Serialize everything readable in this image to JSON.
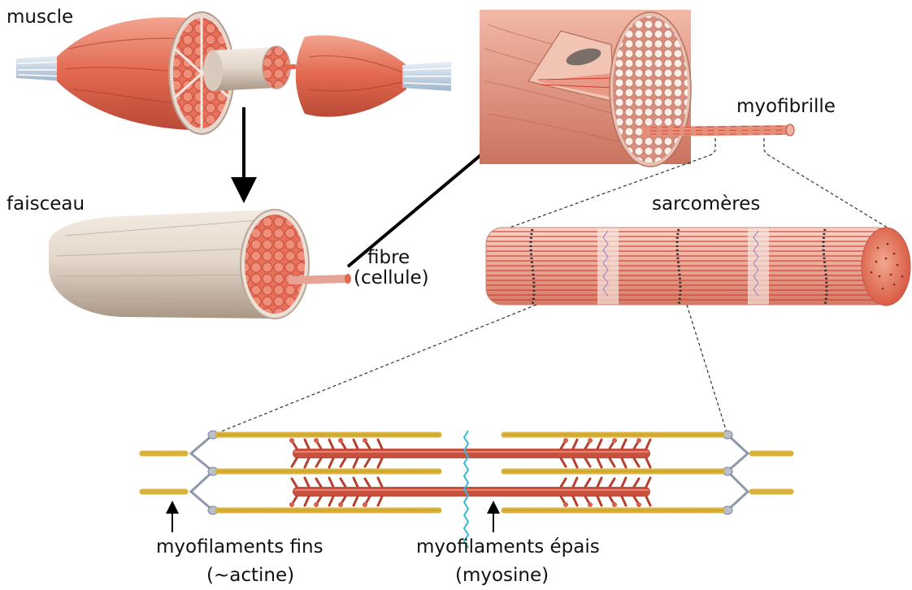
{
  "labels": {
    "muscle": "muscle",
    "faisceau": "faisceau",
    "fibre_line1": "fibre",
    "fibre_line2": "(cellule)",
    "myofibrille": "myofibrille",
    "sarcomeres": "sarcomères",
    "thin_filaments": "myofilaments fins",
    "thin_protein": "(~actine)",
    "thick_filaments": "myofilaments épais",
    "thick_protein": "(myosine)"
  },
  "colors": {
    "muscle_red": "#e2674f",
    "muscle_dark": "#b5402f",
    "fascia": "#e8ddd2",
    "tendon": "#c9d9e8",
    "actin_yellow": "#d9b23a",
    "myosin_red": "#c8503e",
    "zline_gray": "#9aa3b5",
    "mline_cyan": "#35b7d6"
  }
}
